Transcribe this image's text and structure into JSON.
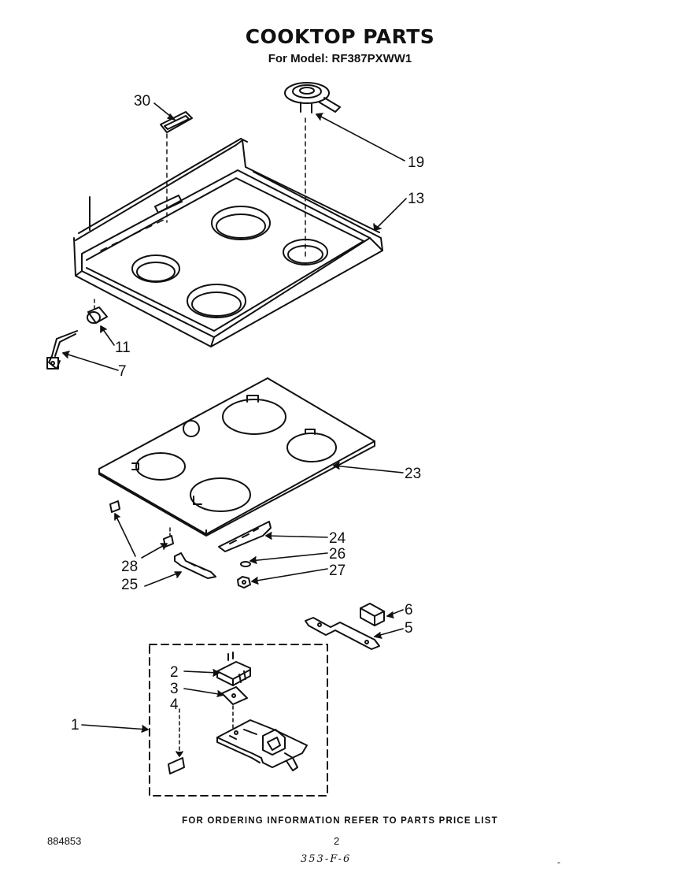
{
  "title": "COOKTOP PARTS",
  "subtitle": "For Model: RF387PXWW1",
  "callouts": {
    "c1": "1",
    "c2": "2",
    "c3": "3",
    "c4": "4",
    "c5": "5",
    "c6": "6",
    "c7": "7",
    "c11": "11",
    "c13": "13",
    "c19": "19",
    "c23": "23",
    "c24": "24",
    "c25": "25",
    "c26": "26",
    "c27": "27",
    "c28": "28",
    "c30": "30"
  },
  "footer": "FOR ORDERING INFORMATION REFER TO PARTS PRICE LIST",
  "document_code": "884853",
  "page_number": "2",
  "handwritten_note": "353-F-6",
  "corner_mark": "-"
}
